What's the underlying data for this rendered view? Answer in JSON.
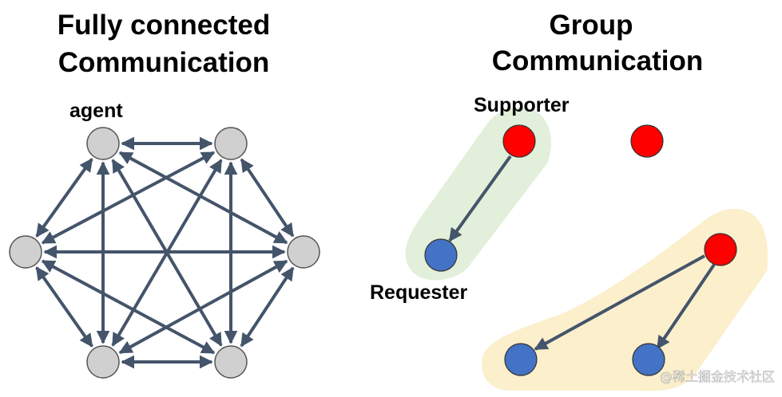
{
  "left_panel": {
    "title_line1": "Fully connected",
    "title_line2": "Communication",
    "node_label": "agent"
  },
  "right_panel": {
    "title_line1": "Group",
    "title_line2": "Communication",
    "supporter_label": "Supporter",
    "requester_label": "Requester"
  },
  "watermark": "@稀土掘金技术社区",
  "colors": {
    "edge": "#44546a",
    "agent_fill": "#d0d0d0",
    "supporter_fill": "#ff0000",
    "requester_fill": "#4472c4",
    "group1_highlight": "#e2efda",
    "group2_highlight": "#fbefcc"
  }
}
